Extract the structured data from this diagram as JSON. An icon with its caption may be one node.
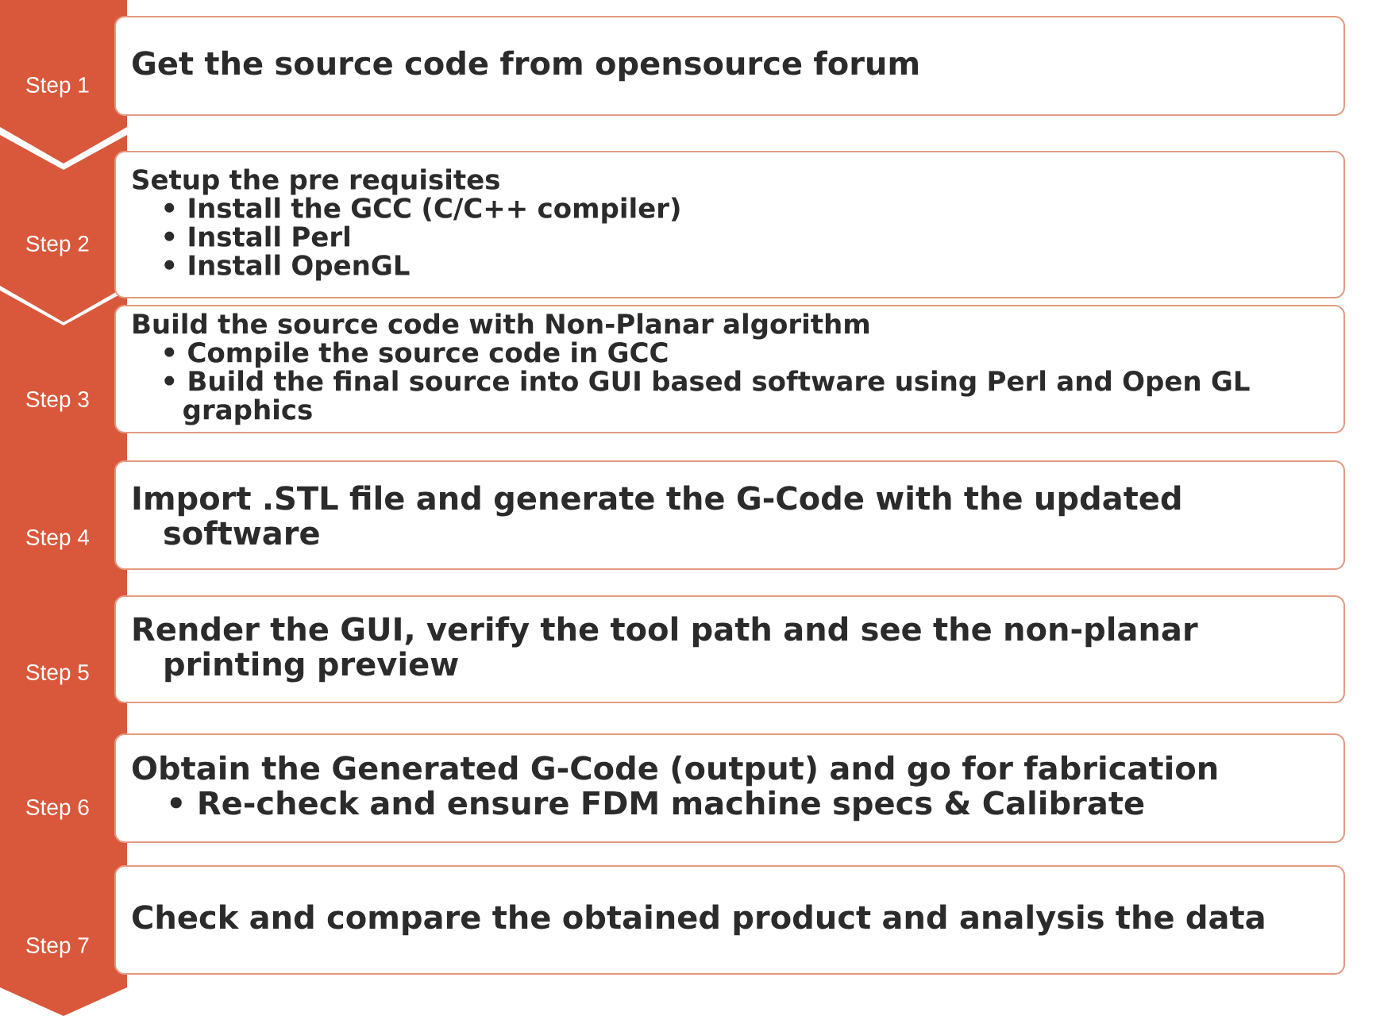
{
  "diagram": {
    "nodes": [
      {
        "text": [
          "Step 1"
        ]
      },
      {
        "text": [
          "Get the source code from opensource forum"
        ]
      },
      {
        "text": [
          "Step 2"
        ]
      },
      {
        "text": [
          "Setup the pre requisites",
          "• Install the GCC (C/C++ compiler)",
          "• Install Perl",
          "• Install OpenGL"
        ]
      },
      {
        "text": [
          "Step 3"
        ]
      },
      {
        "text": [
          "Build the source code with Non-Planar algorithm",
          "• Compile the source code in GCC",
          "• Build the final source into GUI based software using Perl and Open GL graphics"
        ]
      },
      {
        "text": [
          "Step 4"
        ]
      },
      {
        "text": [
          "Import .STL file and generate the G-Code with the updated software"
        ]
      },
      {
        "text": [
          "Step 5"
        ]
      },
      {
        "text": [
          "Render the GUI, verify the tool path and see the non-planar printing preview"
        ]
      },
      {
        "text": [
          "Step 6"
        ]
      },
      {
        "text": [
          "Obtain the Generated G-Code (output) and go for fabrication",
          "• Re-check and ensure FDM machine specs & Calibrate"
        ]
      },
      {
        "text": [
          "Step 7"
        ]
      },
      {
        "text": [
          "Check and compare the obtained product and analysis the data"
        ]
      }
    ]
  }
}
